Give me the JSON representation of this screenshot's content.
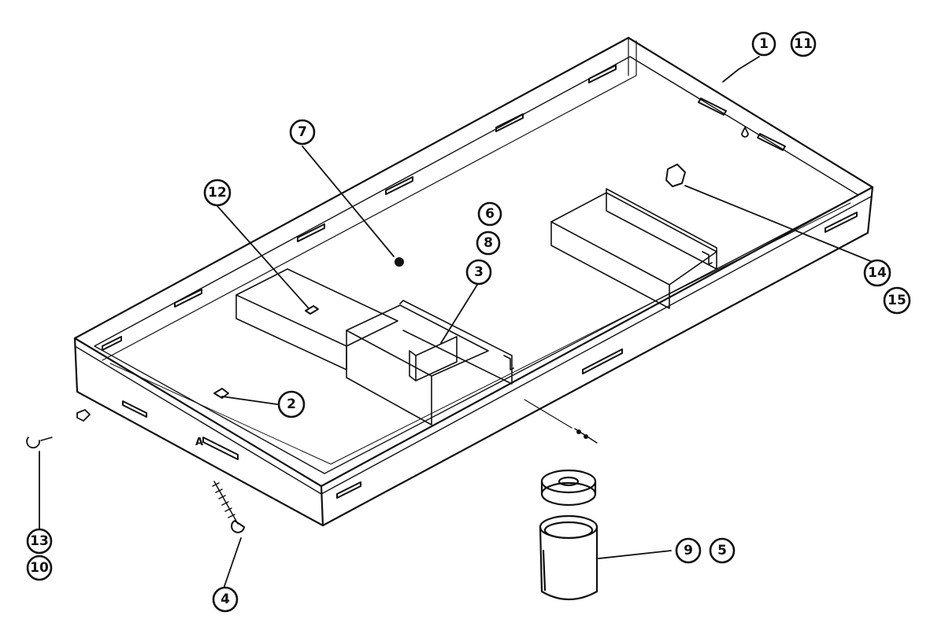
{
  "callouts": [
    {
      "id": "c1",
      "label": "1"
    },
    {
      "id": "c11",
      "label": "11"
    },
    {
      "id": "c7",
      "label": "7"
    },
    {
      "id": "c12",
      "label": "12"
    },
    {
      "id": "c6",
      "label": "6"
    },
    {
      "id": "c8",
      "label": "8"
    },
    {
      "id": "c3",
      "label": "3"
    },
    {
      "id": "c14",
      "label": "14"
    },
    {
      "id": "c15",
      "label": "15"
    },
    {
      "id": "c2",
      "label": "2"
    },
    {
      "id": "c13",
      "label": "13"
    },
    {
      "id": "c10",
      "label": "10"
    },
    {
      "id": "c4",
      "label": "4"
    },
    {
      "id": "c9",
      "label": "9"
    },
    {
      "id": "c5",
      "label": "5"
    }
  ],
  "stamp_letter": "A"
}
